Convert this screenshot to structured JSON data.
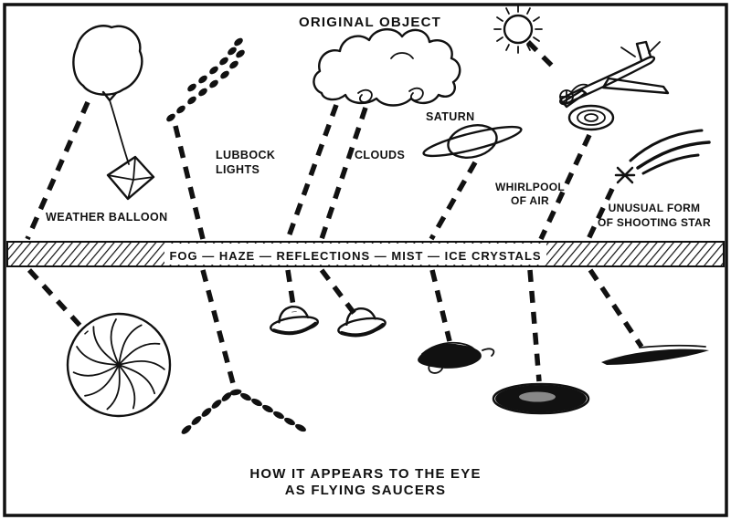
{
  "diagram": {
    "title": "ORIGINAL OBJECT",
    "band_text": "FOG — HAZE — REFLECTIONS — MIST — ICE CRYSTALS",
    "caption_line1": "HOW IT APPEARS TO THE EYE",
    "caption_line2": "AS FLYING SAUCERS",
    "labels": {
      "weather_balloon": "WEATHER BALLOON",
      "lubbock_line1": "LUBBOCK",
      "lubbock_line2": "LIGHTS",
      "clouds": "CLOUDS",
      "saturn": "SATURN",
      "whirlpool_line1": "WHIRLPOOL",
      "whirlpool_line2": "OF AIR",
      "shooting_star_line1": "UNUSUAL FORM",
      "shooting_star_line2": "OF SHOOTING STAR"
    },
    "colors": {
      "ink": "#111111",
      "paper": "#ffffff"
    }
  }
}
